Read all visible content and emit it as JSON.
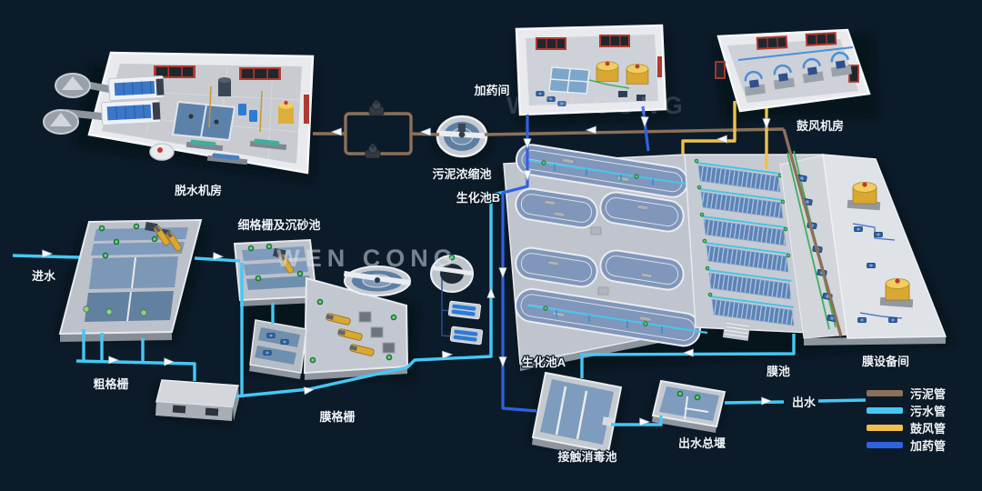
{
  "labels": {
    "dewatering_room": "脱水机房",
    "fine_screen_grit": "细格栅及沉砂池",
    "dosing_room": "加药间",
    "sludge_thickener": "污泥浓缩池",
    "bio_tank_b": "生化池B",
    "blower_room": "鼓风机房",
    "influent": "进水",
    "coarse_screen": "粗格栅",
    "membrane_screen": "膜格栅",
    "bio_tank_a": "生化池A",
    "membrane_tank": "膜池",
    "membrane_equipment_room": "膜设备间",
    "effluent": "出水",
    "effluent_weir": "出水总堰",
    "contact_disinfection": "接触消毒池"
  },
  "watermark": "WEN CONG",
  "legend": {
    "items": [
      {
        "label": "污泥管",
        "color": "#8a7158"
      },
      {
        "label": "污水管",
        "color": "#45c8f5"
      },
      {
        "label": "鼓风管",
        "color": "#f0c04a"
      },
      {
        "label": "加药管",
        "color": "#2f62e0"
      }
    ]
  },
  "colors": {
    "background": "#0c1b29",
    "concrete": "#c3c8d0",
    "water": "#7e9abc",
    "green_pipe": "#3faf5f"
  }
}
